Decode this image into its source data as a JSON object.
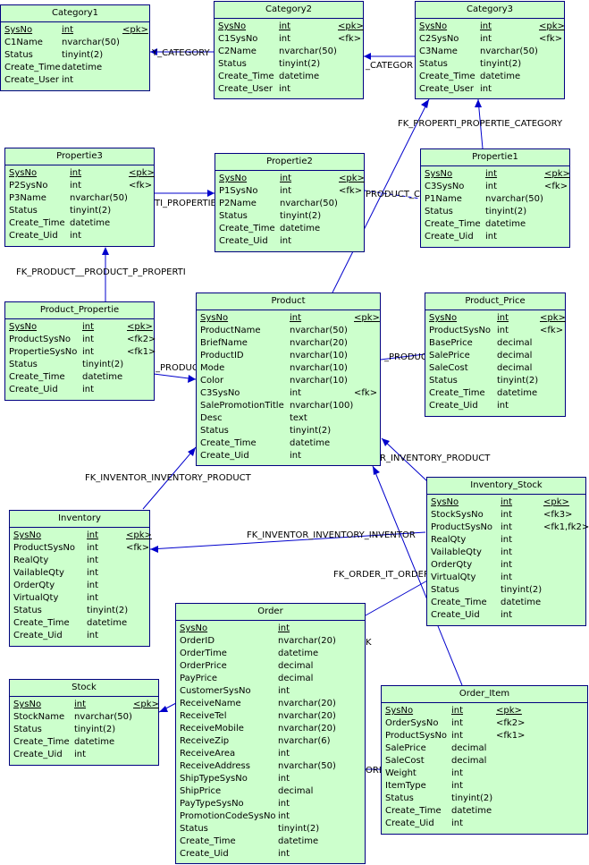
{
  "tables": [
    {
      "id": "category1",
      "title": "Category1",
      "rows": [
        [
          "SysNo",
          "int",
          "<pk>"
        ],
        [
          "C1Name",
          "nvarchar(50)",
          ""
        ],
        [
          "Status",
          "tinyint(2)",
          ""
        ],
        [
          "Create_Time",
          "datetime",
          ""
        ],
        [
          "Create_User",
          "int",
          ""
        ]
      ]
    },
    {
      "id": "category2",
      "title": "Category2",
      "rows": [
        [
          "SysNo",
          "int",
          "<pk>"
        ],
        [
          "C1SysNo",
          "int",
          "<fk>"
        ],
        [
          "C2Name",
          "nvarchar(50)",
          ""
        ],
        [
          "Status",
          "tinyint(2)",
          ""
        ],
        [
          "Create_Time",
          "datetime",
          ""
        ],
        [
          "Create_User",
          "int",
          ""
        ]
      ]
    },
    {
      "id": "category3",
      "title": "Category3",
      "rows": [
        [
          "SysNo",
          "int",
          "<pk>"
        ],
        [
          "C2SysNo",
          "int",
          "<fk>"
        ],
        [
          "C3Name",
          "nvarchar(50)",
          ""
        ],
        [
          "Status",
          "tinyint(2)",
          ""
        ],
        [
          "Create_Time",
          "datetime",
          ""
        ],
        [
          "Create_User",
          "int",
          ""
        ]
      ]
    },
    {
      "id": "propertie3",
      "title": "Propertie3",
      "rows": [
        [
          "SysNo",
          "int",
          "<pk>"
        ],
        [
          "P2SysNo",
          "int",
          "<fk>"
        ],
        [
          "P3Name",
          "nvarchar(50)",
          ""
        ],
        [
          "Status",
          "tinyint(2)",
          ""
        ],
        [
          "Create_Time",
          "datetime",
          ""
        ],
        [
          "Create_Uid",
          "int",
          ""
        ]
      ]
    },
    {
      "id": "propertie2",
      "title": "Propertie2",
      "rows": [
        [
          "SysNo",
          "int",
          "<pk>"
        ],
        [
          "P1SysNo",
          "int",
          "<fk>"
        ],
        [
          "P2Name",
          "nvarchar(50)",
          ""
        ],
        [
          "Status",
          "tinyint(2)",
          ""
        ],
        [
          "Create_Time",
          "datetime",
          ""
        ],
        [
          "Create_Uid",
          "int",
          ""
        ]
      ]
    },
    {
      "id": "propertie1",
      "title": "Propertie1",
      "rows": [
        [
          "SysNo",
          "int",
          "<pk>"
        ],
        [
          "C3SysNo",
          "int",
          "<fk>"
        ],
        [
          "P1Name",
          "nvarchar(50)",
          ""
        ],
        [
          "Status",
          "tinyint(2)",
          ""
        ],
        [
          "Create_Time",
          "datetime",
          ""
        ],
        [
          "Create_Uid",
          "int",
          ""
        ]
      ]
    },
    {
      "id": "product_propertie",
      "title": "Product_Propertie",
      "rows": [
        [
          "SysNo",
          "int",
          "<pk>"
        ],
        [
          "ProductSysNo",
          "int",
          "<fk2>"
        ],
        [
          "PropertieSysNo",
          "int",
          "<fk1>"
        ],
        [
          "Status",
          "tinyint(2)",
          ""
        ],
        [
          "Create_Time",
          "datetime",
          ""
        ],
        [
          "Create_Uid",
          "int",
          ""
        ]
      ]
    },
    {
      "id": "product",
      "title": "Product",
      "rows": [
        [
          "SysNo",
          "int",
          "<pk>"
        ],
        [
          "ProductName",
          "nvarchar(50)",
          ""
        ],
        [
          "BriefName",
          "nvarchar(20)",
          ""
        ],
        [
          "ProductID",
          "nvarchar(10)",
          ""
        ],
        [
          "Mode",
          "nvarchar(10)",
          ""
        ],
        [
          "Color",
          "nvarchar(10)",
          ""
        ],
        [
          "C3SysNo",
          "int",
          "<fk>"
        ],
        [
          "SalePromotionTitle",
          "nvarchar(100)",
          ""
        ],
        [
          "Desc",
          "text",
          ""
        ],
        [
          "Status",
          "tinyint(2)",
          ""
        ],
        [
          "Create_Time",
          "datetime",
          ""
        ],
        [
          "Create_Uid",
          "int",
          ""
        ]
      ]
    },
    {
      "id": "product_price",
      "title": "Product_Price",
      "rows": [
        [
          "SysNo",
          "int",
          "<pk>"
        ],
        [
          "ProductSysNo",
          "int",
          "<fk>"
        ],
        [
          "BasePrice",
          "decimal",
          ""
        ],
        [
          "SalePrice",
          "decimal",
          ""
        ],
        [
          "SaleCost",
          "decimal",
          ""
        ],
        [
          "Status",
          "tinyint(2)",
          ""
        ],
        [
          "Create_Time",
          "datetime",
          ""
        ],
        [
          "Create_Uid",
          "int",
          ""
        ]
      ]
    },
    {
      "id": "inventory",
      "title": "Inventory",
      "rows": [
        [
          "SysNo",
          "int",
          "<pk>"
        ],
        [
          "ProductSysNo",
          "int",
          "<fk>"
        ],
        [
          "RealQty",
          "int",
          ""
        ],
        [
          "VailableQty",
          "int",
          ""
        ],
        [
          "OrderQty",
          "int",
          ""
        ],
        [
          "VirtualQty",
          "int",
          ""
        ],
        [
          "Status",
          "tinyint(2)",
          ""
        ],
        [
          "Create_Time",
          "datetime",
          ""
        ],
        [
          "Create_Uid",
          "int",
          ""
        ]
      ]
    },
    {
      "id": "inventory_stock",
      "title": "Inventory_Stock",
      "rows": [
        [
          "SysNo",
          "int",
          "<pk>"
        ],
        [
          "StockSysNo",
          "int",
          "<fk3>"
        ],
        [
          "ProductSysNo",
          "int",
          "<fk1,fk2>"
        ],
        [
          "RealQty",
          "int",
          ""
        ],
        [
          "VailableQty",
          "int",
          ""
        ],
        [
          "OrderQty",
          "int",
          ""
        ],
        [
          "VirtualQty",
          "int",
          ""
        ],
        [
          "Status",
          "tinyint(2)",
          ""
        ],
        [
          "Create_Time",
          "datetime",
          ""
        ],
        [
          "Create_Uid",
          "int",
          ""
        ]
      ]
    },
    {
      "id": "order",
      "title": "Order",
      "rows": [
        [
          "SysNo",
          "int",
          "<pk>"
        ],
        [
          "OrderID",
          "nvarchar(20)",
          ""
        ],
        [
          "OrderTime",
          "datetime",
          ""
        ],
        [
          "OrderPrice",
          "decimal",
          ""
        ],
        [
          "PayPrice",
          "decimal",
          ""
        ],
        [
          "CustomerSysNo",
          "int",
          ""
        ],
        [
          "ReceiveName",
          "nvarchar(20)",
          ""
        ],
        [
          "ReceiveTel",
          "nvarchar(20)",
          ""
        ],
        [
          "ReceiveMobile",
          "nvarchar(20)",
          ""
        ],
        [
          "ReceiveZip",
          "nvarchar(6)",
          ""
        ],
        [
          "ReceiveArea",
          "int",
          ""
        ],
        [
          "ReceiveAddress",
          "nvarchar(50)",
          ""
        ],
        [
          "ShipTypeSysNo",
          "int",
          ""
        ],
        [
          "ShipPrice",
          "decimal",
          ""
        ],
        [
          "PayTypeSysNo",
          "int",
          ""
        ],
        [
          "PromotionCodeSysNo",
          "int",
          ""
        ],
        [
          "Status",
          "tinyint(2)",
          ""
        ],
        [
          "Create_Time",
          "datetime",
          ""
        ],
        [
          "Create_Uid",
          "int",
          ""
        ]
      ]
    },
    {
      "id": "stock",
      "title": "Stock",
      "rows": [
        [
          "SysNo",
          "int",
          "<pk>"
        ],
        [
          "StockName",
          "nvarchar(50)",
          ""
        ],
        [
          "Status",
          "tinyint(2)",
          ""
        ],
        [
          "Create_Time",
          "datetime",
          ""
        ],
        [
          "Create_Uid",
          "int",
          ""
        ]
      ]
    },
    {
      "id": "order_item",
      "title": "Order_Item",
      "rows": [
        [
          "SysNo",
          "int",
          "<pk>"
        ],
        [
          "OrderSysNo",
          "int",
          "<fk2>"
        ],
        [
          "ProductSysNo",
          "int",
          "<fk1>"
        ],
        [
          "SalePrice",
          "decimal",
          ""
        ],
        [
          "SaleCost",
          "decimal",
          ""
        ],
        [
          "Weight",
          "int",
          ""
        ],
        [
          "ItemType",
          "int",
          ""
        ],
        [
          "Status",
          "tinyint(2)",
          ""
        ],
        [
          "Create_Time",
          "datetime",
          ""
        ],
        [
          "Create_Uid",
          "int",
          ""
        ]
      ]
    }
  ],
  "relations": [
    {
      "id": "fk-category2-category1",
      "label": "Y_CATEGORY"
    },
    {
      "id": "fk-category3-category2",
      "label": "_CATEGOR"
    },
    {
      "id": "fk-propertie1-category3",
      "label": "FK_PROPERTI_PROPERTIE_CATEGORY"
    },
    {
      "id": "fk-propertie3-propertie2",
      "label": "TI_PROPERTIE"
    },
    {
      "id": "fk-propertie2-propertie1",
      "label": "PRODUCT_C"
    },
    {
      "id": "fk-product-propertie3",
      "label": "FK_PRODUCT__PRODUCT_P_PROPERTI"
    },
    {
      "id": "fk-productpropertie-product",
      "label": "_PRODUC"
    },
    {
      "id": "fk-productprice-product",
      "label": "_PRODUC"
    },
    {
      "id": "fk-inventorystock-product",
      "label": "R_INVENTORY_PRODUCT"
    },
    {
      "id": "fk-inventory-product",
      "label": "FK_INVENTOR_INVENTORY_PRODUCT"
    },
    {
      "id": "fk-inventorystock-inventory",
      "label": "FK_INVENTOR_INVENTORY_INVENTOR"
    },
    {
      "id": "fk-orderitem-order",
      "label": "FK_ORDER_IT_ORDER"
    },
    {
      "id": "fk-order-mark",
      "label": "K"
    },
    {
      "id": "fk-orderitem-product",
      "label": "ORD"
    }
  ]
}
